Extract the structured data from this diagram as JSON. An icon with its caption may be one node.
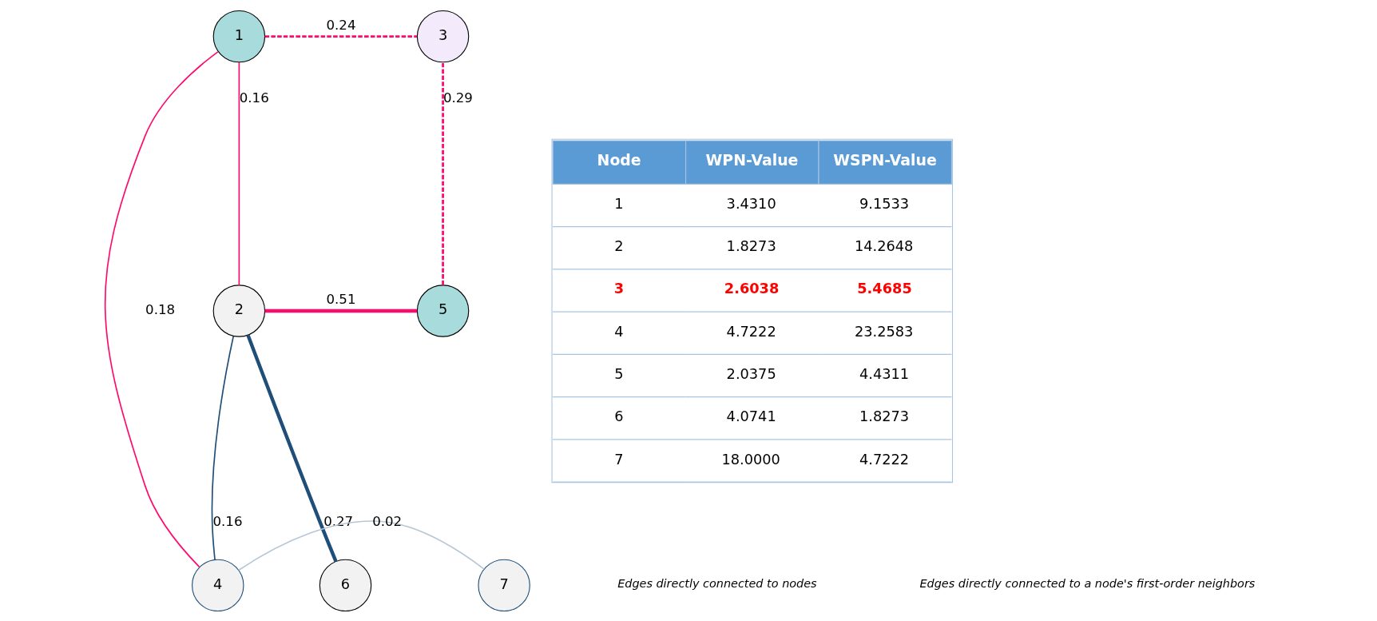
{
  "diagram": {
    "nodes": [
      {
        "text": [
          "1"
        ]
      },
      {
        "text": [
          "2"
        ]
      },
      {
        "text": [
          "3"
        ]
      },
      {
        "text": [
          "4"
        ]
      },
      {
        "text": [
          "5"
        ]
      },
      {
        "text": [
          "6"
        ]
      },
      {
        "text": [
          "7"
        ]
      }
    ],
    "edges": [
      {
        "from": 1,
        "to": 5,
        "arrow": "none",
        "label": "0.27",
        "style": "thick",
        "color": "#1f4e79"
      },
      {
        "from": 1,
        "to": 4,
        "arrow": "none",
        "label": "0.51",
        "style": "thick"
      },
      {
        "from": 0,
        "to": 1,
        "arrow": "none",
        "label": "0.16"
      },
      {
        "from": 1,
        "to": 3,
        "arrow": "none",
        "label": "0.16",
        "color": "#1f4e79"
      },
      {
        "from": 0,
        "to": 2,
        "arrow": "none",
        "label": "0.24",
        "style": "dashed"
      },
      {
        "from": 4,
        "to": 2,
        "arrow": "none",
        "label": "0.29",
        "style": "dashed"
      },
      {
        "from": 0,
        "to": 3,
        "arrow": "none",
        "label": "0.18"
      },
      {
        "from": 3,
        "to": 6,
        "arrow": "none",
        "label": "0.02",
        "color": "#b8c7d6"
      }
    ],
    "labels": [
      "Node",
      "WPN-Value",
      "WSPN-Value",
      "1",
      "3.4310",
      "9.1533",
      "2",
      "1.8273",
      "14.2648",
      "3",
      "2.6038",
      "5.4685",
      "4",
      "4.7222",
      "23.2583",
      "5",
      "2.0375",
      "4.4311",
      "6",
      "4.0741",
      "1.8273",
      "7",
      "18.0000",
      "4.7222"
    ],
    "legend": [
      {
        "text": "Edges directly connected to nodes"
      },
      {
        "text": "Edges directly connected to a node's first-order neighbors"
      }
    ]
  }
}
